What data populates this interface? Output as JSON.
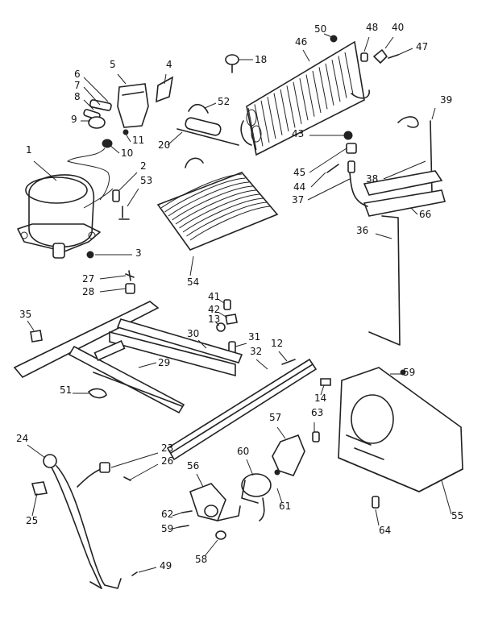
{
  "colors": {
    "ink": "#222222",
    "background": "#ffffff"
  },
  "callouts": [
    {
      "text": "1"
    },
    {
      "text": "2"
    },
    {
      "text": "3"
    },
    {
      "text": "4"
    },
    {
      "text": "5"
    },
    {
      "text": "6"
    },
    {
      "text": "7"
    },
    {
      "text": "8"
    },
    {
      "text": "9"
    },
    {
      "text": "10"
    },
    {
      "text": "11"
    },
    {
      "text": "12"
    },
    {
      "text": "13"
    },
    {
      "text": "14"
    },
    {
      "text": "18"
    },
    {
      "text": "20"
    },
    {
      "text": "23"
    },
    {
      "text": "24"
    },
    {
      "text": "25"
    },
    {
      "text": "26"
    },
    {
      "text": "27"
    },
    {
      "text": "28"
    },
    {
      "text": "29"
    },
    {
      "text": "30"
    },
    {
      "text": "31"
    },
    {
      "text": "32"
    },
    {
      "text": "35"
    },
    {
      "text": "36"
    },
    {
      "text": "37"
    },
    {
      "text": "38"
    },
    {
      "text": "39"
    },
    {
      "text": "40"
    },
    {
      "text": "41"
    },
    {
      "text": "42"
    },
    {
      "text": "43"
    },
    {
      "text": "44"
    },
    {
      "text": "45"
    },
    {
      "text": "46"
    },
    {
      "text": "47"
    },
    {
      "text": "48"
    },
    {
      "text": "49"
    },
    {
      "text": "50"
    },
    {
      "text": "51"
    },
    {
      "text": "52"
    },
    {
      "text": "53"
    },
    {
      "text": "54"
    },
    {
      "text": "55"
    },
    {
      "text": "56"
    },
    {
      "text": "57"
    },
    {
      "text": "58"
    },
    {
      "text": "59"
    },
    {
      "text": "59"
    },
    {
      "text": "60"
    },
    {
      "text": "61"
    },
    {
      "text": "62"
    },
    {
      "text": "63"
    },
    {
      "text": "64"
    },
    {
      "text": "66"
    }
  ]
}
